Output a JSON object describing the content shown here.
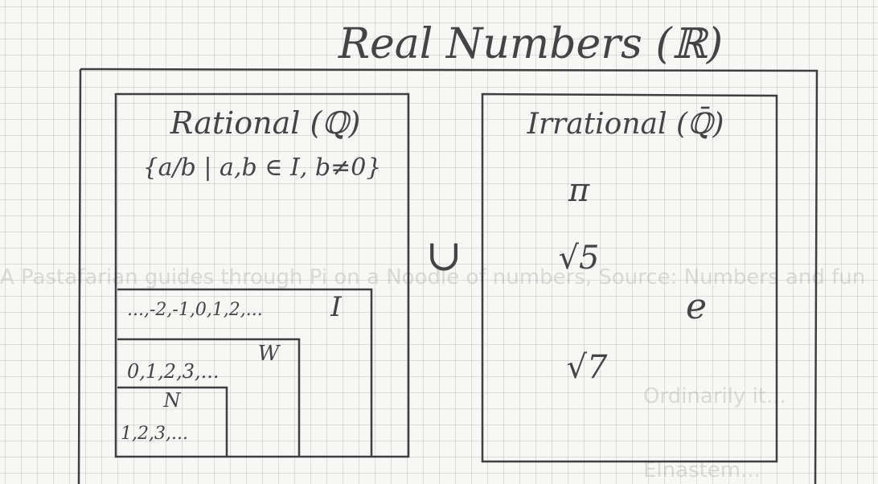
{
  "title": "Real Numbers (ℝ)",
  "rational": {
    "label": "Rational (ℚ)",
    "definition": "{a/b | a,b ∈ I, b≠0}"
  },
  "integers": {
    "list": "...,-2,-1,0,1,2,...",
    "symbol": "I"
  },
  "wholes": {
    "list": "0,1,2,3,...",
    "symbol": "W"
  },
  "naturals": {
    "symbol": "N",
    "list": "1,2,3,..."
  },
  "union_symbol": "∪",
  "irrational": {
    "label": "Irrational (ℚ̄)",
    "examples": [
      "π",
      "√5",
      "e",
      "√7"
    ]
  },
  "bleed_through": [
    "A Pastafarian guides through Pi on a Noodle of numbers, Source: Numbers and fun",
    "Ordinarily it...",
    "Elnastem..."
  ]
}
